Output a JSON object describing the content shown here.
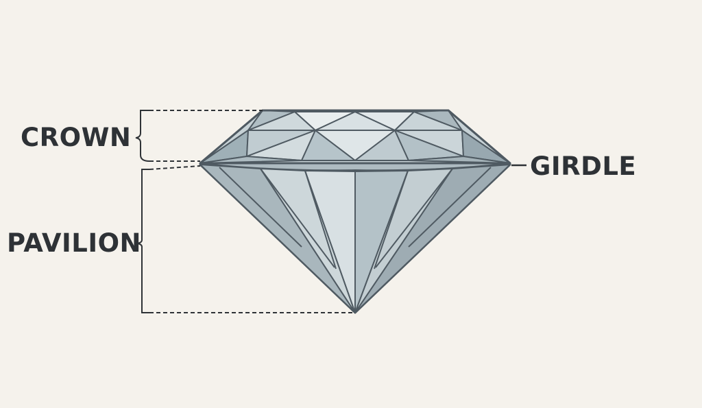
{
  "diagram": {
    "labels": {
      "crown": "CROWN",
      "pavilion": "PAVILION",
      "girdle": "GIRDLE"
    },
    "colors": {
      "background": "#f5f2ec",
      "outline": "#4f5a62",
      "facet_light": "#d6dfe2",
      "facet_mid": "#bcc9ce",
      "facet_dark": "#9eacb3",
      "label_text": "#2e3236"
    }
  }
}
